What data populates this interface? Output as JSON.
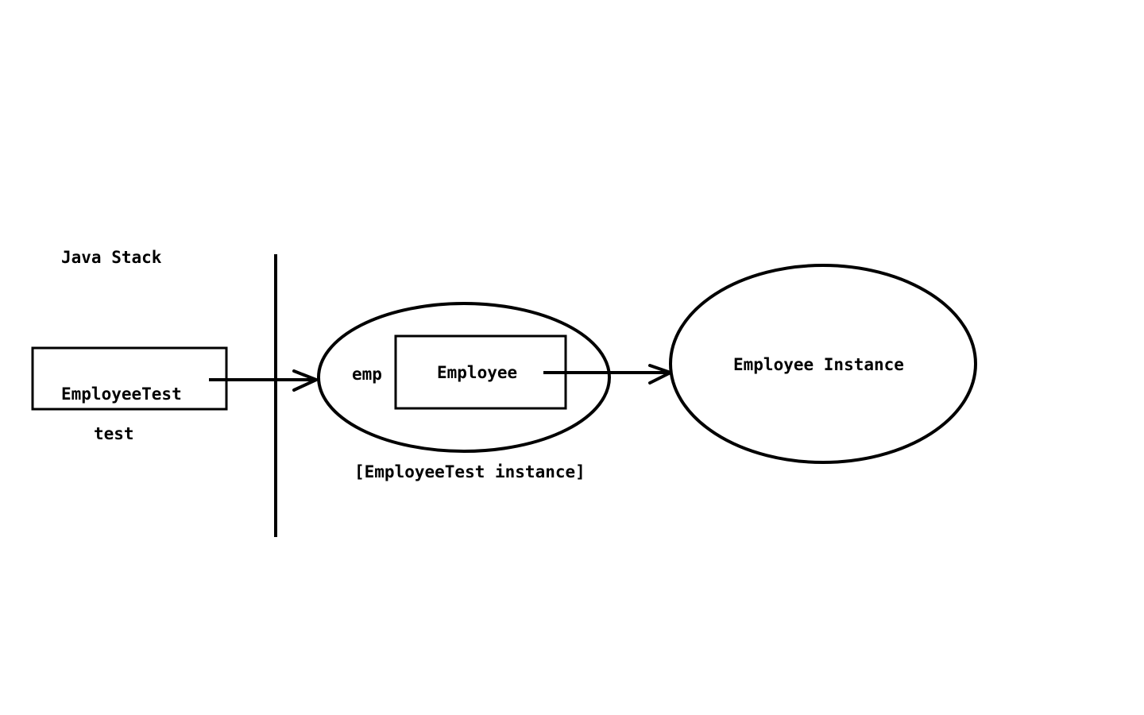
{
  "labels": {
    "java_stack": "Java Stack",
    "employee_test_box": "EmployeeTest",
    "test_var": "test",
    "emp_field": "emp",
    "employee_box": "Employee",
    "employee_test_instance": "[EmployeeTest instance]",
    "employee_instance": "Employee Instance"
  },
  "colors": {
    "stroke": "#000000",
    "background": "#ffffff"
  }
}
